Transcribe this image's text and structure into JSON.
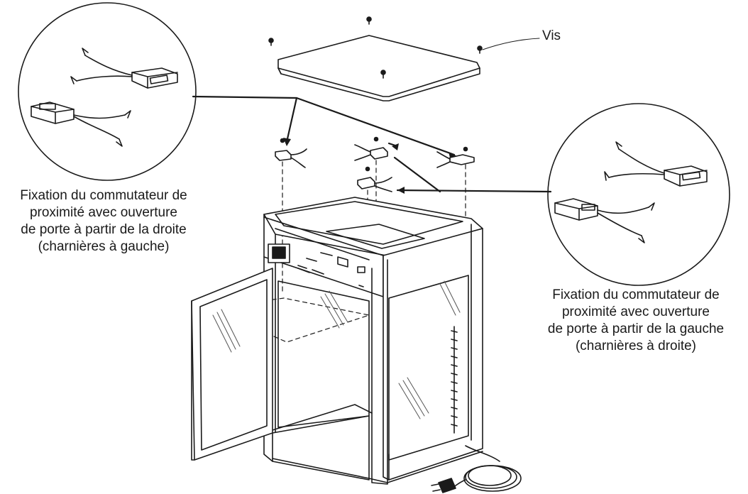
{
  "labels": {
    "screw": "Vis",
    "left_callout": [
      "Fixation du commutateur de",
      "proximité avec ouverture",
      "de porte à partir de la droite",
      "(charnières à gauche)"
    ],
    "right_callout": [
      "Fixation du commutateur de",
      "proximité avec ouverture",
      "de porte à partir de la gauche",
      "(charnières à droite)"
    ]
  },
  "colors": {
    "line": "#1a1a1a",
    "background": "#ffffff",
    "hatch": "#555555"
  }
}
